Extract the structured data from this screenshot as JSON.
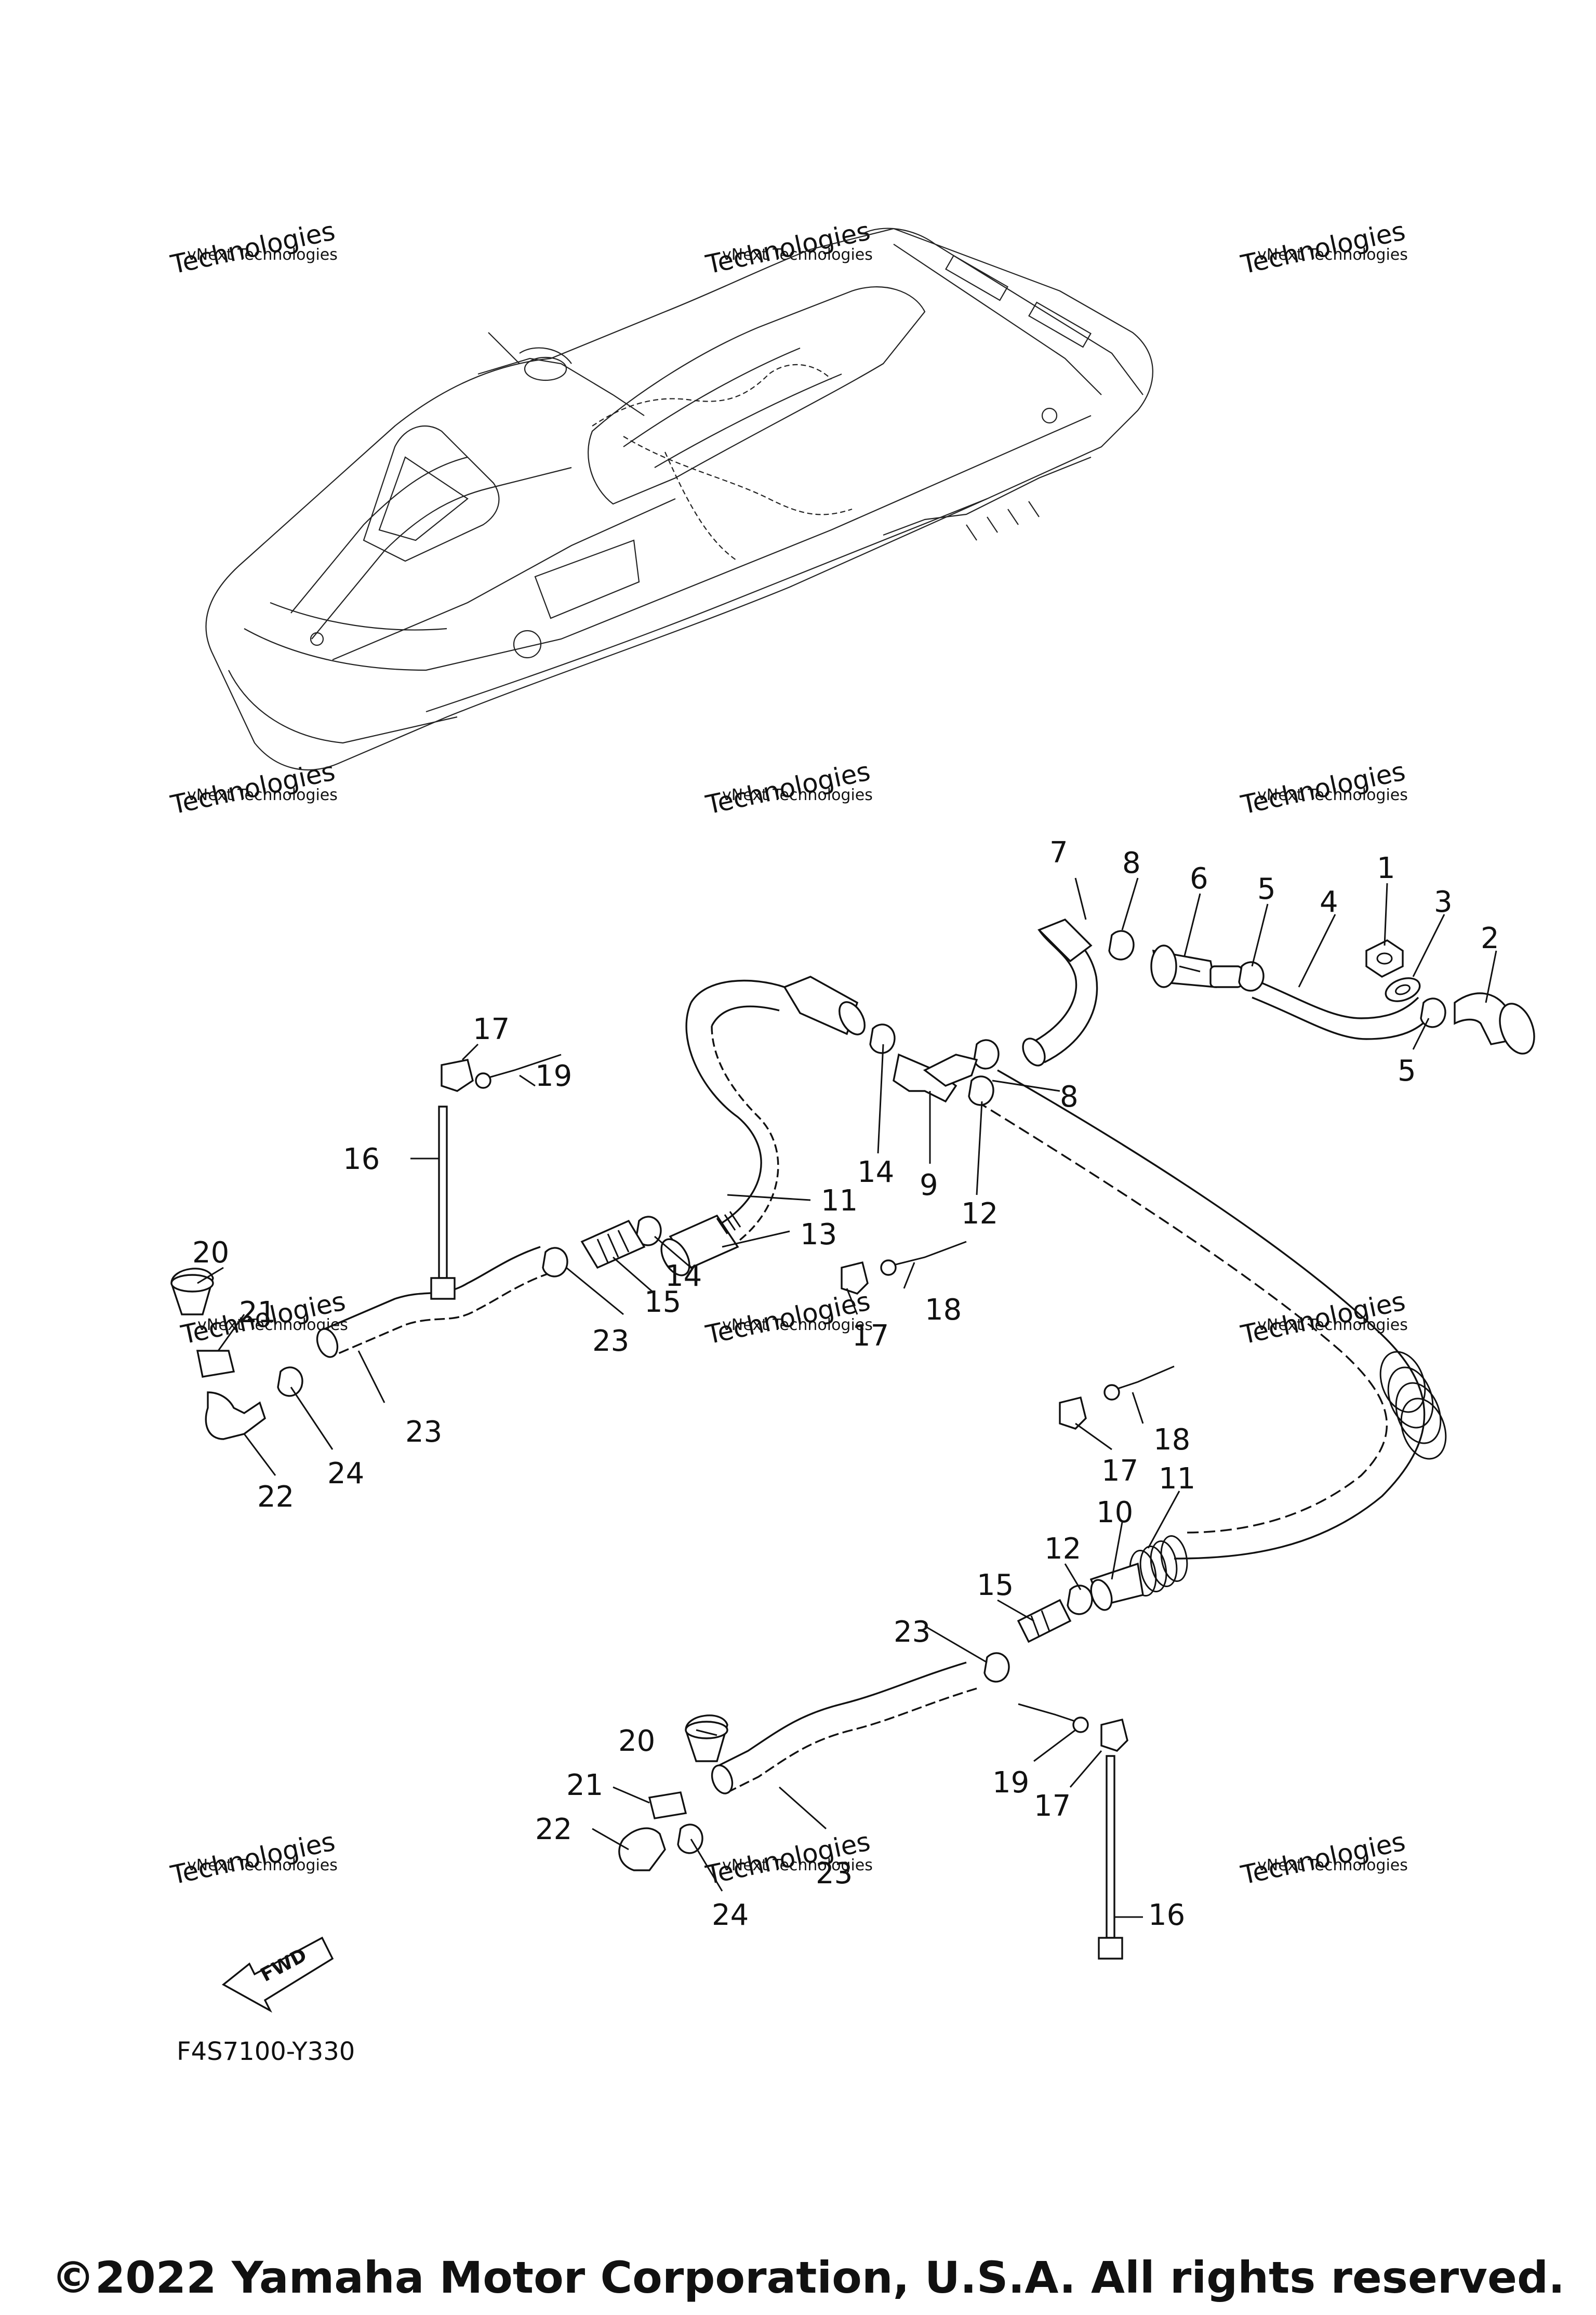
{
  "diagram": {
    "code": "F4S7100-Y330",
    "fwd_label": "FWD",
    "copyright": "©2022 Yamaha Motor Corporation, U.S.A. All rights reserved.",
    "watermark_line1": "vNext Technologies",
    "watermark_line2": "Technologies",
    "watermark_small": "vNext",
    "callouts": [
      "1",
      "2",
      "3",
      "4",
      "5",
      "5",
      "6",
      "7",
      "8",
      "8",
      "9",
      "10",
      "11",
      "11",
      "12",
      "12",
      "13",
      "14",
      "14",
      "15",
      "15",
      "16",
      "16",
      "17",
      "17",
      "17",
      "17",
      "18",
      "18",
      "19",
      "19",
      "20",
      "20",
      "21",
      "21",
      "22",
      "22",
      "23",
      "23",
      "23",
      "23",
      "24",
      "24"
    ]
  }
}
